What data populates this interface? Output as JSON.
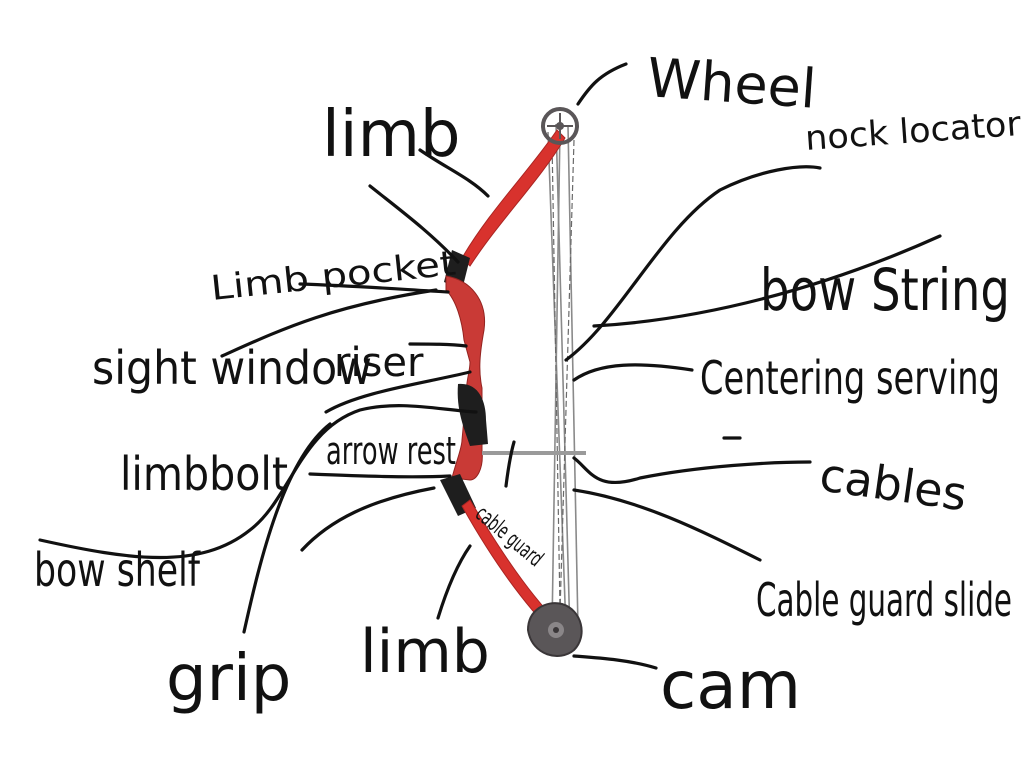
{
  "labels": {
    "wheel": "Wheel",
    "nock_locator": "nock locator",
    "bow_string": "bow String",
    "centering_serving": "Centering serving",
    "cables": "cables",
    "cable_guard_slide": "Cable guard slide",
    "cam": "cam",
    "limb_top": "limb",
    "limb_bottom": "limb",
    "limb_bolt": "limbbolt",
    "riser": "riser",
    "sight_window": "sight window",
    "arrow_rest": "arrow rest",
    "bow_shelf": "bow shelf",
    "grip": "grip",
    "limb_pocket": "Limb pocket",
    "cable_guard": "cable guard"
  },
  "colors": {
    "limb_red": "#d8322d",
    "riser_red": "#c93a36",
    "grip_black": "#1e1e1e",
    "ink": "#111111",
    "string": "#8a8a8a",
    "cam_gray": "#5a5658"
  }
}
